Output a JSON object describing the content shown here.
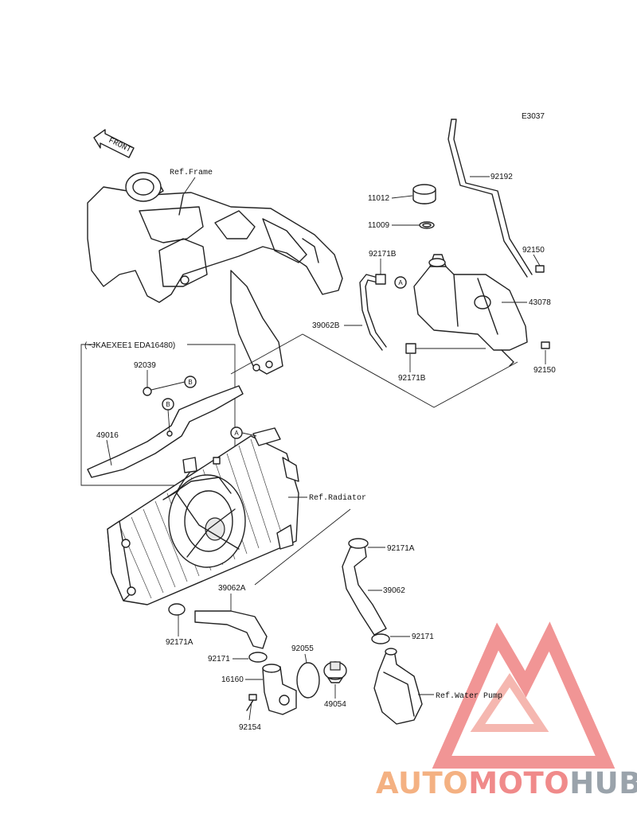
{
  "diagram_code": "E3037",
  "front_label": "FRONT",
  "frame_ref": "Ref.Frame",
  "radiator_ref": "Ref.Radiator",
  "pump_ref": "Ref.Water Pump",
  "serial_note": "(~JKAEXEE1 EDA16480)",
  "callouts": {
    "a": "A",
    "b": "B"
  },
  "parts": {
    "p92192": "92192",
    "p11012": "11012",
    "p11009": "11009",
    "p92171B_top": "92171B",
    "p92150_top": "92150",
    "p39062B": "39062B",
    "p43078": "43078",
    "p92171B_bot": "92171B",
    "p92150_bot": "92150",
    "p92039": "92039",
    "p49016": "49016",
    "p92171A_right": "92171A",
    "p39062A": "39062A",
    "p39062": "39062",
    "p92171A_left": "92171A",
    "p92055": "92055",
    "p92171_left": "92171",
    "p92171_right": "92171",
    "p16160": "16160",
    "p49054": "49054",
    "p92154": "92154"
  },
  "watermark": {
    "part1": "AUTO",
    "part2": "MOTO",
    "part3": "HUB"
  },
  "colors": {
    "watermark_red": "#f08a8a",
    "watermark_orange": "#f4b182",
    "watermark_grey": "#9aa3ab",
    "line": "#222222"
  }
}
